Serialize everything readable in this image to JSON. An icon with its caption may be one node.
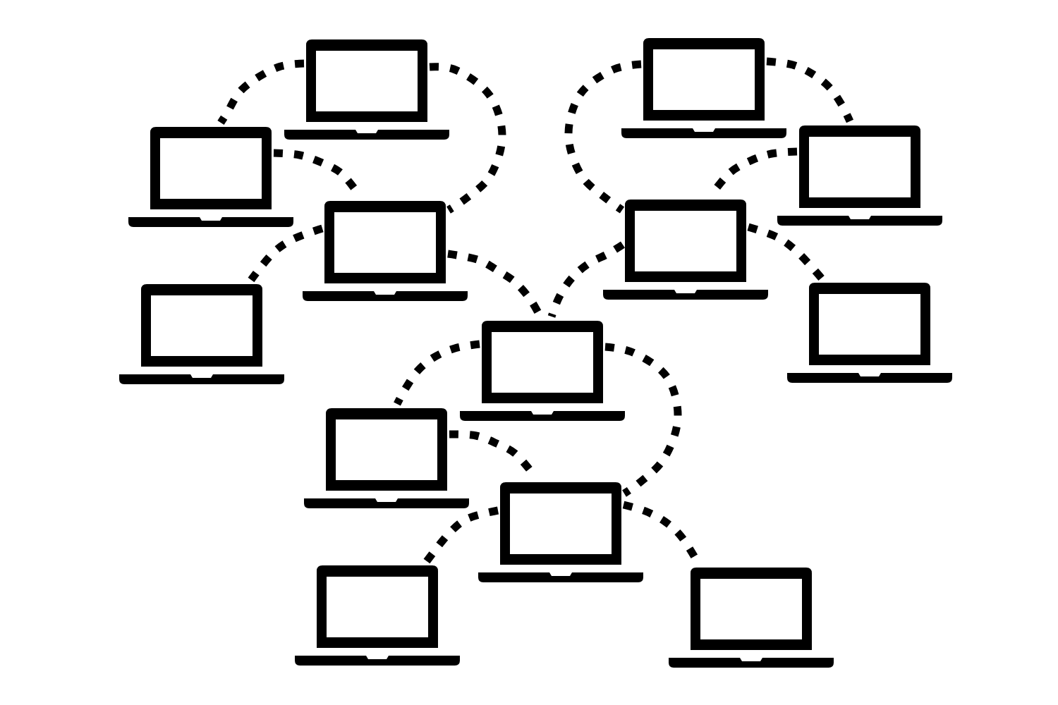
{
  "diagram": {
    "nodes": [
      {
        "text": [],
        "shape": "laptop"
      },
      {
        "text": [],
        "shape": "laptop"
      },
      {
        "text": [],
        "shape": "laptop"
      },
      {
        "text": [],
        "shape": "laptop"
      },
      {
        "text": [],
        "shape": "laptop"
      },
      {
        "text": [],
        "shape": "laptop"
      },
      {
        "text": [],
        "shape": "laptop"
      },
      {
        "text": [],
        "shape": "laptop"
      },
      {
        "text": [],
        "shape": "laptop"
      },
      {
        "text": [],
        "shape": "laptop"
      },
      {
        "text": [],
        "shape": "laptop"
      },
      {
        "text": [],
        "shape": "laptop"
      },
      {
        "text": [],
        "shape": "laptop"
      }
    ],
    "edges": [
      {
        "from": 0,
        "to": 1,
        "arrow": "none",
        "style": "dashed"
      },
      {
        "from": 0,
        "to": 2,
        "arrow": "none",
        "style": "dashed"
      },
      {
        "from": 1,
        "to": 2,
        "arrow": "none",
        "style": "dashed"
      },
      {
        "from": 2,
        "to": 3,
        "arrow": "none",
        "style": "dashed"
      },
      {
        "from": 2,
        "to": 8,
        "arrow": "none",
        "style": "dashed"
      },
      {
        "from": 4,
        "to": 5,
        "arrow": "none",
        "style": "dashed"
      },
      {
        "from": 4,
        "to": 6,
        "arrow": "none",
        "style": "dashed"
      },
      {
        "from": 5,
        "to": 6,
        "arrow": "none",
        "style": "dashed"
      },
      {
        "from": 6,
        "to": 7,
        "arrow": "none",
        "style": "dashed"
      },
      {
        "from": 6,
        "to": 8,
        "arrow": "none",
        "style": "dashed"
      },
      {
        "from": 8,
        "to": 9,
        "arrow": "none",
        "style": "dashed"
      },
      {
        "from": 8,
        "to": 10,
        "arrow": "none",
        "style": "dashed"
      },
      {
        "from": 9,
        "to": 10,
        "arrow": "none",
        "style": "dashed"
      },
      {
        "from": 10,
        "to": 11,
        "arrow": "none",
        "style": "dashed"
      },
      {
        "from": 10,
        "to": 12,
        "arrow": "none",
        "style": "dashed"
      }
    ]
  }
}
